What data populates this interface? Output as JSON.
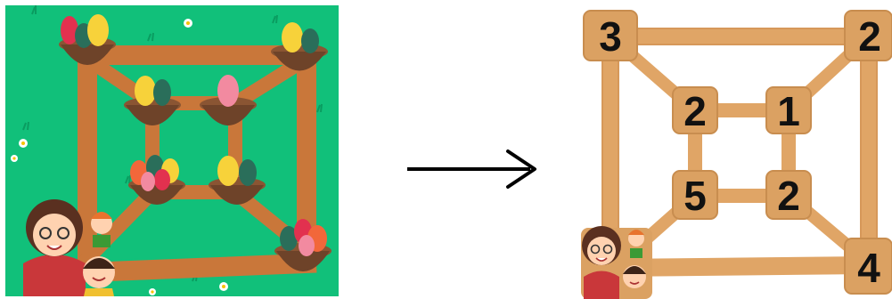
{
  "puzzle": {
    "left": {
      "baskets": [
        {
          "id": "top-left",
          "eggs": 3
        },
        {
          "id": "top-right",
          "eggs": 2
        },
        {
          "id": "inner-top-left",
          "eggs": 2
        },
        {
          "id": "inner-top-right",
          "eggs": 1
        },
        {
          "id": "inner-bottom-left",
          "eggs": 5
        },
        {
          "id": "inner-bottom-right",
          "eggs": 2
        },
        {
          "id": "bottom-right",
          "eggs": 4
        }
      ]
    },
    "right": {
      "nodes": [
        {
          "id": "top-left",
          "label": "3"
        },
        {
          "id": "top-right",
          "label": "2"
        },
        {
          "id": "inner-top-left",
          "label": "2"
        },
        {
          "id": "inner-top-right",
          "label": "1"
        },
        {
          "id": "inner-bottom-left",
          "label": "5"
        },
        {
          "id": "inner-bottom-right",
          "label": "2"
        },
        {
          "id": "bottom-right",
          "label": "4"
        }
      ]
    },
    "colors": {
      "grass": "#11c07a",
      "path": "#c9773a",
      "basket": "#6e4329",
      "board": "#e0a566",
      "node": "#dba162"
    },
    "arrow_icon": "right-arrow-icon"
  }
}
